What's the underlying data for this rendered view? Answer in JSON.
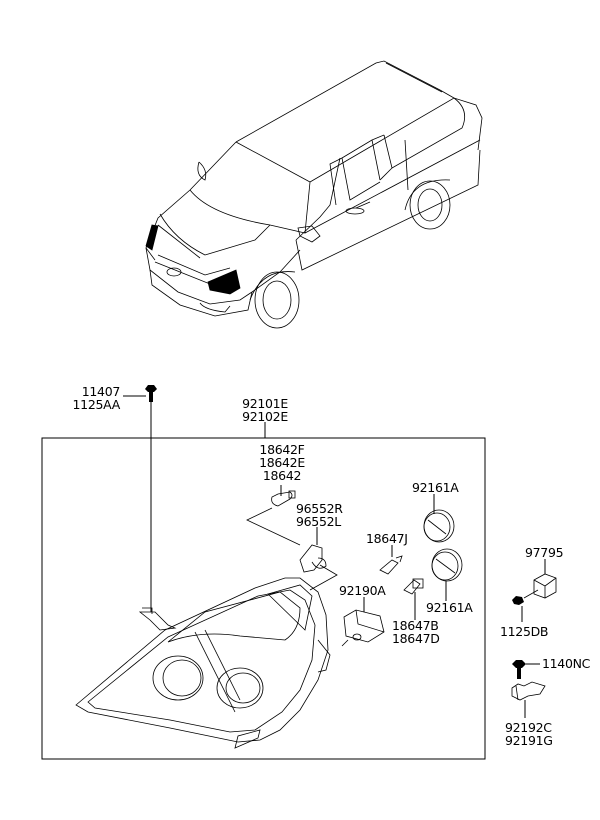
{
  "diagram": {
    "title_parts": [
      "92101E",
      "92102E"
    ],
    "vehicle_illustration": "minivan-isometric-headlamp-highlighted",
    "callouts": [
      {
        "id": "bolt-top",
        "lines": [
          "11407",
          "1125AA"
        ]
      },
      {
        "id": "headlamp-assy",
        "lines": [
          "92101E",
          "92102E"
        ]
      },
      {
        "id": "bulb-position",
        "lines": [
          "18642F",
          "18642E",
          "18642"
        ]
      },
      {
        "id": "socket",
        "lines": [
          "96552R",
          "96552L"
        ]
      },
      {
        "id": "cap-upper",
        "lines": [
          "92161A"
        ]
      },
      {
        "id": "bulb-low",
        "lines": [
          "18647J"
        ]
      },
      {
        "id": "actuator",
        "lines": [
          "92190A"
        ]
      },
      {
        "id": "bulb-high",
        "lines": [
          "18647B",
          "18647D"
        ]
      },
      {
        "id": "cap-lower",
        "lines": [
          "92161A"
        ]
      },
      {
        "id": "relay",
        "lines": [
          "97795"
        ]
      },
      {
        "id": "relay-bolt",
        "lines": [
          "1125DB"
        ]
      },
      {
        "id": "screw",
        "lines": [
          "1140NC"
        ]
      },
      {
        "id": "bracket",
        "lines": [
          "92192C",
          "92191G"
        ]
      }
    ]
  }
}
